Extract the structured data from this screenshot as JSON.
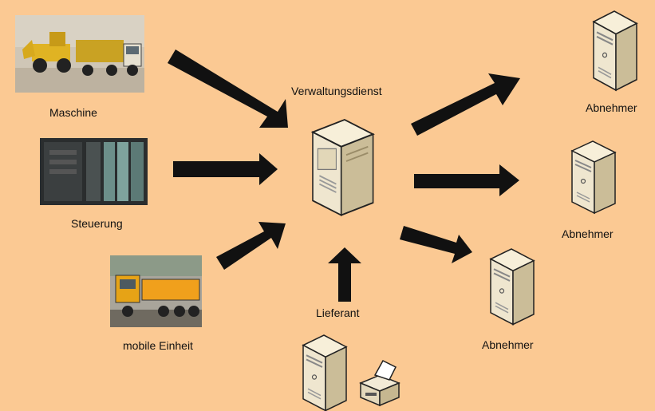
{
  "colors": {
    "background": "#fbc993",
    "arrow": "#111111",
    "server_face": "#efe6cf",
    "server_side": "#cbbd98"
  },
  "labels": {
    "center": "Verwaltungsdienst",
    "machine": "Maschine",
    "control": "Steuerung",
    "mobile": "mobile Einheit",
    "supplier": "Lieferant",
    "consumer_1": "Abnehmer",
    "consumer_2": "Abnehmer",
    "consumer_3": "Abnehmer"
  },
  "icons": {
    "machine_photo": "wheel-loader-and-truck-photo",
    "control_photo": "control-cabinet-photo",
    "mobile_photo": "dump-truck-photo",
    "server": "server-tower-icon",
    "printer": "printer-icon"
  }
}
